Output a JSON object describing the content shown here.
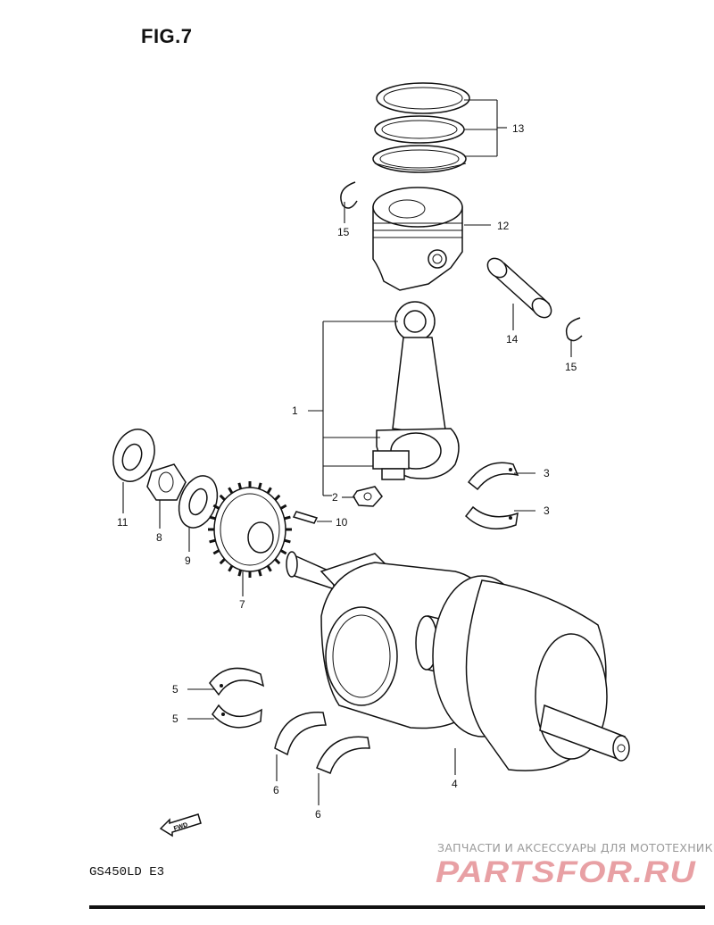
{
  "figure": {
    "title": "FIG.7",
    "model": "GS450LD  E3"
  },
  "watermark": {
    "subtitle": "ЗАПЧАСТИ И АКСЕССУАРЫ ДЛЯ МОТОТЕХНИКИ",
    "logo": "PARTSFOR.RU",
    "logo_color": "#e8a0a4"
  },
  "fwd_mark": "FWD",
  "callouts": [
    {
      "id": "c1",
      "label": "1"
    },
    {
      "id": "c2",
      "label": "2"
    },
    {
      "id": "c3a",
      "label": "3"
    },
    {
      "id": "c3b",
      "label": "3"
    },
    {
      "id": "c4",
      "label": "4"
    },
    {
      "id": "c5a",
      "label": "5"
    },
    {
      "id": "c5b",
      "label": "5"
    },
    {
      "id": "c6a",
      "label": "6"
    },
    {
      "id": "c6b",
      "label": "6"
    },
    {
      "id": "c7",
      "label": "7"
    },
    {
      "id": "c8",
      "label": "8"
    },
    {
      "id": "c9",
      "label": "9"
    },
    {
      "id": "c10",
      "label": "10"
    },
    {
      "id": "c11",
      "label": "11"
    },
    {
      "id": "c12",
      "label": "12"
    },
    {
      "id": "c13",
      "label": "13"
    },
    {
      "id": "c14",
      "label": "14"
    },
    {
      "id": "c15a",
      "label": "15"
    },
    {
      "id": "c15b",
      "label": "15"
    }
  ]
}
